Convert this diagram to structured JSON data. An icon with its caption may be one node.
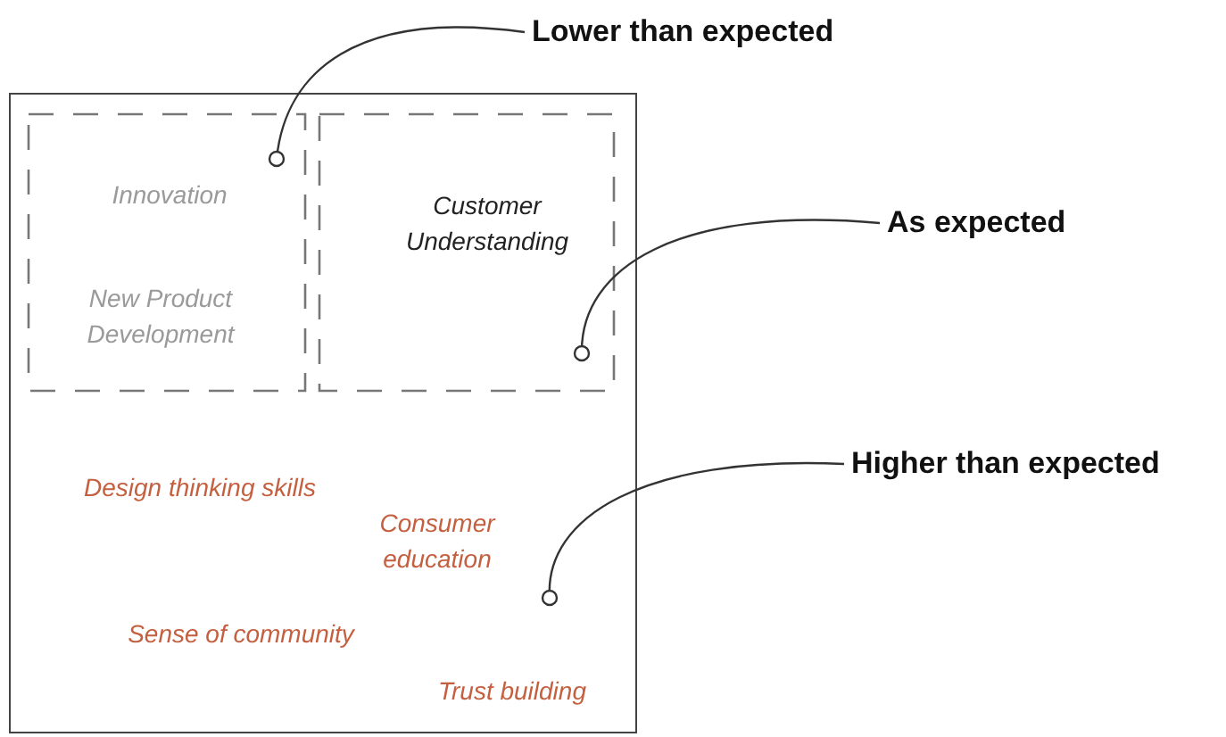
{
  "diagram": {
    "nodes": [
      {
        "text": [],
        "shape": "box"
      },
      {
        "text": [
          "Innovation",
          "New Product Development"
        ],
        "in": 0
      },
      {
        "text": [
          "Customer Understanding"
        ],
        "in": 0
      },
      {
        "text": [
          "Lower than expected"
        ]
      },
      {
        "text": [
          "As expected"
        ]
      },
      {
        "text": [
          "Higher than expected"
        ]
      }
    ],
    "edges": [
      {
        "from": 3,
        "to": 1,
        "arrow": "other"
      },
      {
        "from": 4,
        "to": 2,
        "arrow": "other"
      },
      {
        "from": 5,
        "to": 0,
        "arrow": "other"
      }
    ],
    "labels": [
      "Design thinking skills",
      "Consumer education",
      "Sense of community",
      "Trust building"
    ]
  }
}
